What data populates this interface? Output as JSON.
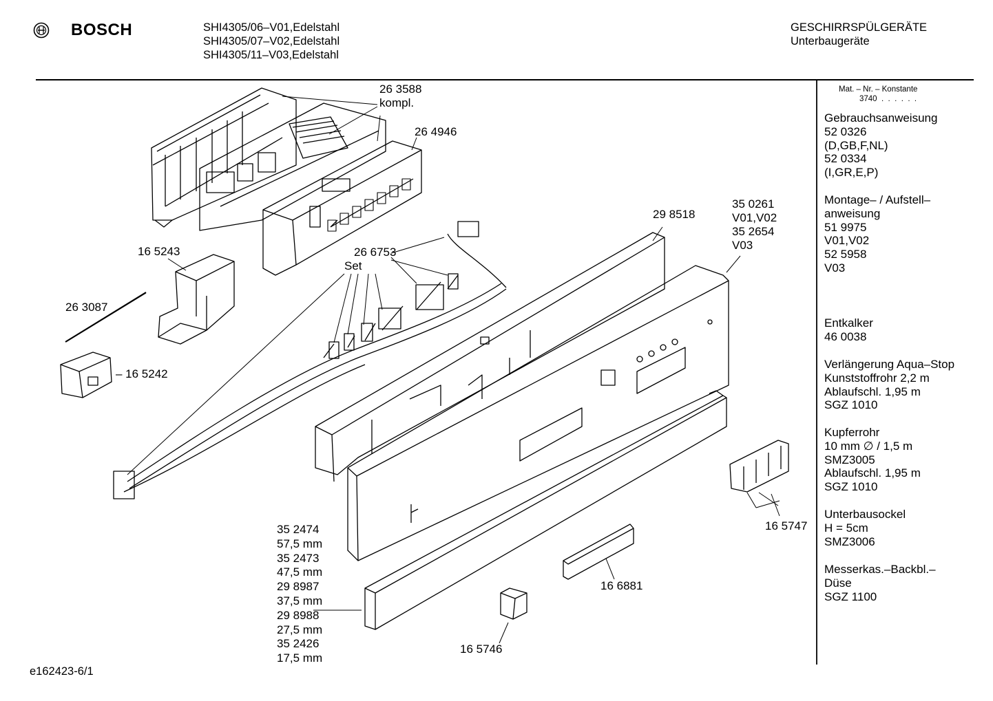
{
  "header": {
    "brand": "BOSCH",
    "models": [
      "SHI4305/06–V01,Edelstahl",
      "SHI4305/07–V02,Edelstahl",
      "SHI4305/11–V03,Edelstahl"
    ],
    "category": [
      "GESCHIRRSPÜLGERÄTE",
      "Unterbaugeräte"
    ]
  },
  "footer": {
    "drawing_id": "e162423-6/1"
  },
  "callouts": {
    "c263588": [
      "26 3588",
      "kompl."
    ],
    "c264946": "26 4946",
    "c298518": "29 8518",
    "c350261": [
      "35 0261",
      "V01,V02",
      "35 2654",
      "V03"
    ],
    "c165243": "16 5243",
    "c266753": [
      "26 6753",
      "Set"
    ],
    "c263087": "26 3087",
    "c165242": "– 16 5242",
    "c165747": "16 5747",
    "c166881": "16 6881",
    "c165746": "16 5746",
    "plinth": [
      "35 2474",
      "57,5 mm",
      "35 2473",
      "47,5 mm",
      "29 8987",
      "37,5 mm",
      "29 8988",
      "27,5 mm",
      "35 2426",
      "17,5 mm"
    ]
  },
  "sidebar": {
    "mat_header": "Mat. – Nr. – Konstante",
    "mat_value": "3740  .  .  .  .  .  .",
    "blocks": [
      [
        "Gebrauchsanweisung",
        "52 0326",
        "(D,GB,F,NL)",
        "52 0334",
        "(I,GR,E,P)"
      ],
      [
        "Montage– / Aufstell–",
        "anweisung",
        "51 9975",
        "V01,V02",
        "52 5958",
        "V03"
      ],
      [
        "Entkalker",
        "46 0038"
      ],
      [
        "Verlängerung Aqua–Stop",
        "Kunststoffrohr 2,2 m",
        "Ablaufschl. 1,95 m",
        "SGZ 1010"
      ],
      [
        "Kupferrohr",
        "10 mm ∅ / 1,5 m",
        "SMZ3005",
        "Ablaufschl. 1,95 m",
        "SGZ 1010"
      ],
      [
        "Unterbausockel",
        "H = 5cm",
        "SMZ3006"
      ],
      [
        "Messerkas.–Backbl.–",
        "Düse",
        "SGZ 1100"
      ]
    ]
  }
}
